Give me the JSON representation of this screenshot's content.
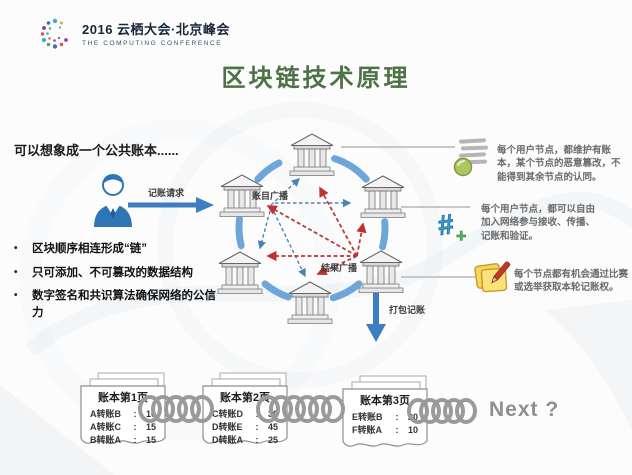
{
  "header": {
    "logo_title": "2016 云栖大会·北京峰会",
    "logo_subtitle": "THE COMPUTING CONFERENCE",
    "logo_icon": "dotted-swirl-logo-icon"
  },
  "title": "区块链技术原理",
  "left": {
    "intro": "可以想象成一个公共账本......",
    "person_icon": "businessman-icon",
    "request_label": "记账请求",
    "bullets": [
      "区块顺序相连形成“链”",
      "只可添加、不可篡改的数据结构",
      "数字签名和共识算法确保网络的公信力"
    ]
  },
  "diagram": {
    "node_icon": "bank-building-icon",
    "node_count": 6,
    "labels": {
      "ledger_broadcast": "账目广播",
      "result_broadcast": "结果广播",
      "pack_bookkeeping": "打包记账"
    }
  },
  "right_notes": [
    {
      "icon": "ledger-list-icon",
      "text": "每个用户节点，都维护有账本，某个节点的恶意篡改，不能得到其余节点的认同。"
    },
    {
      "icon": "network-join-icon",
      "text": "每个用户节点，都可以自由加入网络参与接收、传播、记账和验证。"
    },
    {
      "icon": "notepad-pen-icon",
      "text": "每个节点都有机会通过比赛或选举获取本轮记账权。"
    }
  ],
  "ledger_sep": ":",
  "ledger_pages": [
    {
      "title": "账本第1页",
      "entries": [
        {
          "name": "A转账B",
          "amount": "10"
        },
        {
          "name": "A转账C",
          "amount": "15"
        },
        {
          "name": "B转账A",
          "amount": "15"
        }
      ]
    },
    {
      "title": "账本第2页",
      "entries": [
        {
          "name": "C转账D",
          "amount": "30"
        },
        {
          "name": "D转账E",
          "amount": "45"
        },
        {
          "name": "D转账A",
          "amount": "25"
        }
      ]
    },
    {
      "title": "账本第3页",
      "entries": [
        {
          "name": "E转账B",
          "amount": "20"
        },
        {
          "name": "F转账A",
          "amount": "10"
        }
      ]
    }
  ],
  "next_label": "Next ?",
  "colors": {
    "title_green": "#4c7245",
    "arrow_blue": "#3d7ec0",
    "arc_blue": "#5b9bd5",
    "broadcast_red": "#c03030",
    "broadcast_blue": "#4f81b0",
    "note_text_gray": "#6a6a6a",
    "next_gray": "#8f8f8f"
  }
}
